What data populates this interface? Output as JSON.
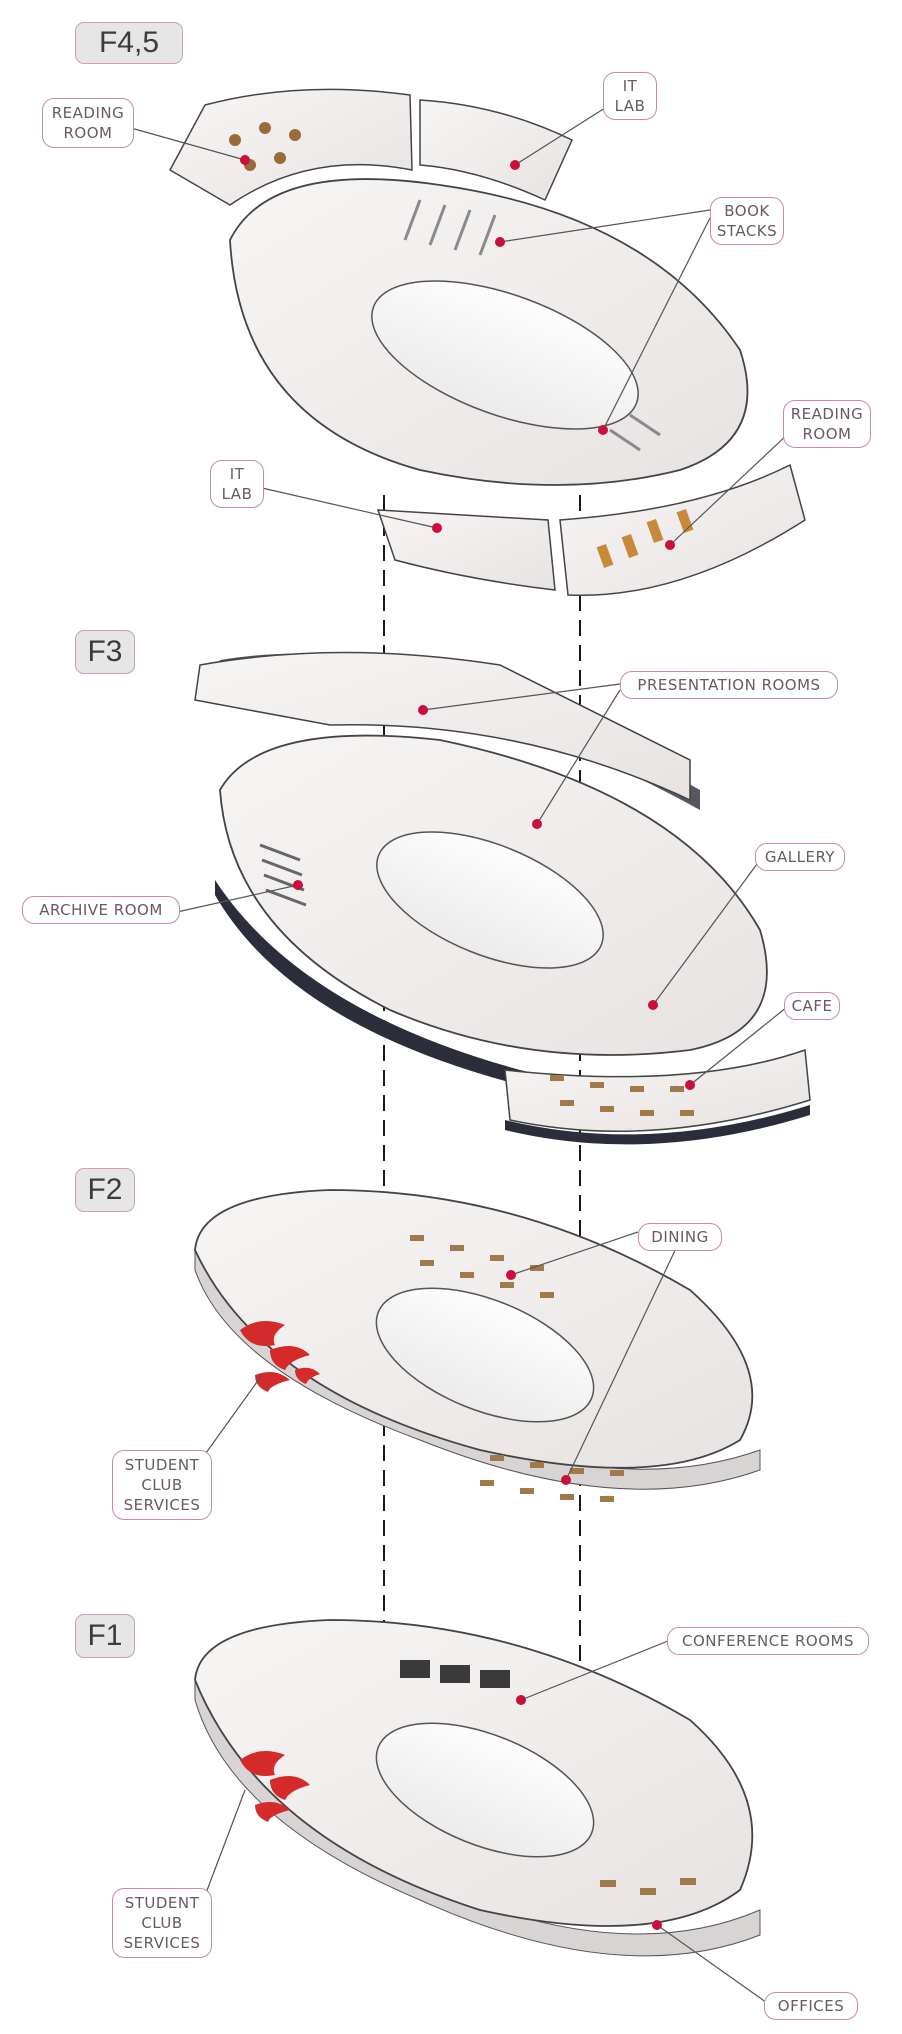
{
  "floors": {
    "f45": {
      "tag": "F4,5",
      "labels": {
        "reading_room_a": "READING\nROOM",
        "it_lab_a": "IT\nLAB",
        "book_stacks": "BOOK\nSTACKS",
        "reading_room_b": "READING\nROOM",
        "it_lab_b": "IT\nLAB"
      }
    },
    "f3": {
      "tag": "F3",
      "labels": {
        "presentation_rooms": "PRESENTATION ROOMS",
        "gallery": "GALLERY",
        "archive_room": "ARCHIVE ROOM",
        "cafe": "CAFE"
      }
    },
    "f2": {
      "tag": "F2",
      "labels": {
        "dining": "DINING",
        "student_club": "STUDENT\nCLUB\nSERVICES"
      }
    },
    "f1": {
      "tag": "F1",
      "labels": {
        "conference_rooms": "CONFERENCE ROOMS",
        "student_club": "STUDENT\nCLUB\nSERVICES",
        "offices": "OFFICES"
      }
    }
  },
  "colors": {
    "accent_dot": "#c8102e",
    "label_border": "#c98d93",
    "floor_slab": "#f2efee",
    "slab_edge": "#2b2d3a",
    "seating_red": "#d42a2a",
    "furniture_wood": "#c8893d"
  }
}
